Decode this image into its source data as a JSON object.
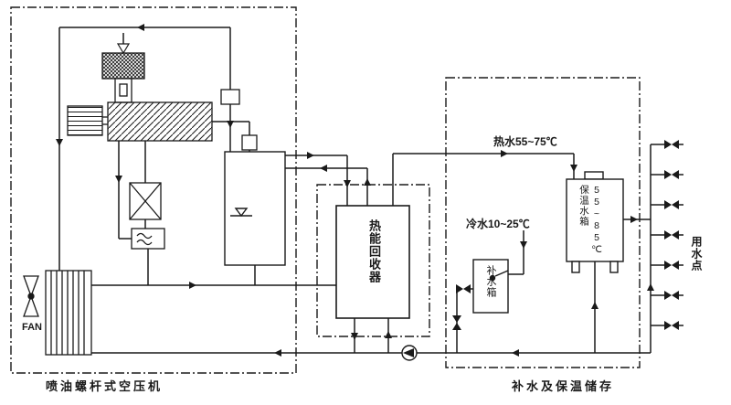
{
  "diagram": {
    "left_box_title": "喷油螺杆式空压机",
    "right_box_title": "补水及保温储存",
    "fan_label": "FAN",
    "heat_recovery_label": "热能回收器",
    "hot_water_label": "热水55~75℃",
    "cold_water_label": "冷水10~25℃",
    "makeup_tank_label": "补水箱",
    "insulated_tank_name": "保温水箱",
    "insulated_tank_temp": "55~85℃",
    "water_points_label": "用水点",
    "colors": {
      "line": "#1a1a1a",
      "background": "#ffffff"
    }
  }
}
